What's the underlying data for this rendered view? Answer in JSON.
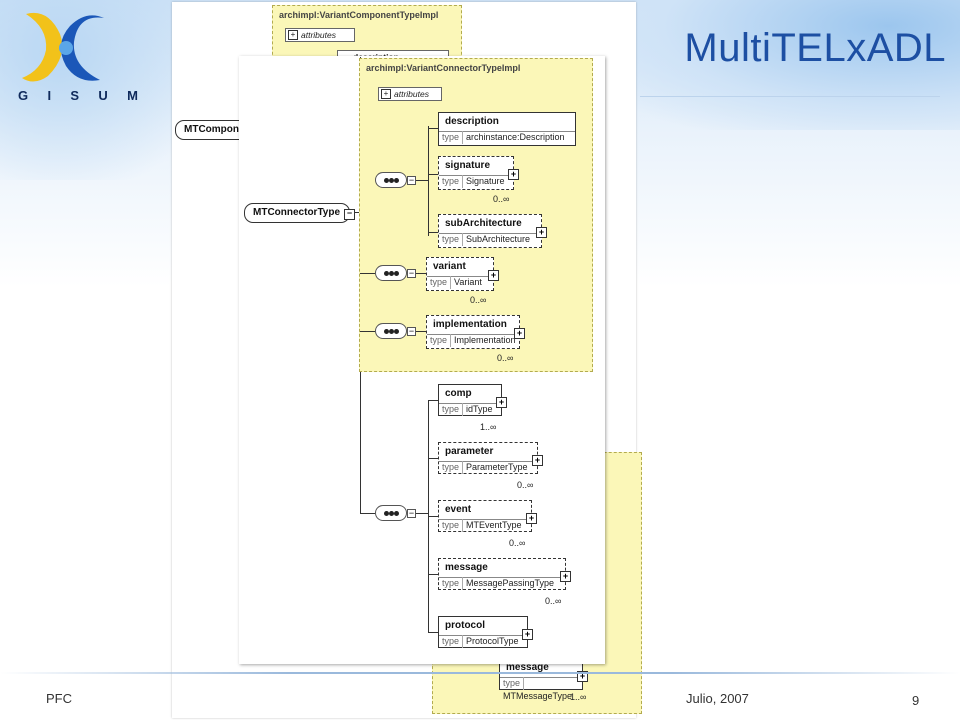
{
  "slide": {
    "title": "MultiTELxADL",
    "footer_left": "PFC",
    "footer_date": "Julio, 2007",
    "page_number": "9"
  },
  "logo": {
    "letters": [
      "G",
      "I",
      "S",
      "U",
      "M"
    ]
  },
  "diagram": {
    "back": {
      "box_title": "archimpl:VariantComponentTypeImpl",
      "attributes": "attributes",
      "description": "description",
      "root": "MTComponentT",
      "message": {
        "name": "message",
        "type": "MTMessageType",
        "mult": "1..∞"
      }
    },
    "front": {
      "root": "MTConnectorType",
      "box_title": "archimpl:VariantConnectorTypeImpl",
      "attributes": "attributes",
      "type_key": "type",
      "elements": [
        {
          "name": "description",
          "type": "archinstance:Description",
          "mult": ""
        },
        {
          "name": "signature",
          "type": "Signature",
          "mult": "0..∞"
        },
        {
          "name": "subArchitecture",
          "type": "SubArchitecture",
          "mult": ""
        },
        {
          "name": "variant",
          "type": "Variant",
          "mult": "0..∞"
        },
        {
          "name": "implementation",
          "type": "Implementation",
          "mult": "0..∞"
        },
        {
          "name": "comp",
          "type": "idType",
          "mult": "1..∞"
        },
        {
          "name": "parameter",
          "type": "ParameterType",
          "mult": "0..∞"
        },
        {
          "name": "event",
          "type": "MTEventType",
          "mult": "0..∞"
        },
        {
          "name": "message",
          "type": "MessagePassingType",
          "mult": "0..∞"
        },
        {
          "name": "protocol",
          "type": "ProtocolType",
          "mult": ""
        }
      ]
    }
  },
  "colors": {
    "title": "#1d4fa3",
    "box_fill": "#fbf7b8",
    "box_border": "#b3ab4e"
  }
}
